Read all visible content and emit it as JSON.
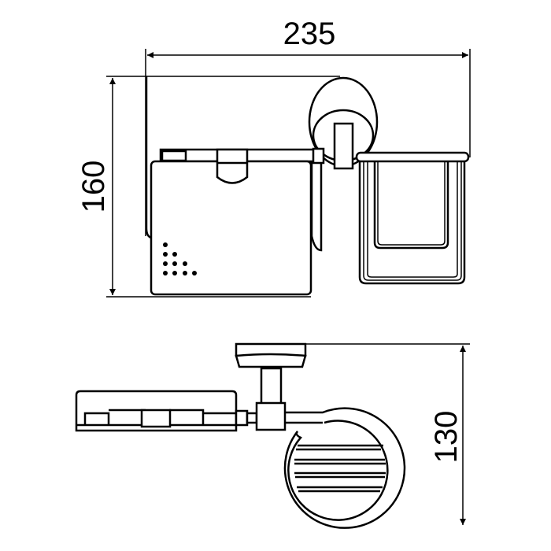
{
  "drawing": {
    "width_label": "235",
    "height_label": "160",
    "depth_label": "130",
    "line_color": "#000000",
    "background": "#ffffff"
  }
}
